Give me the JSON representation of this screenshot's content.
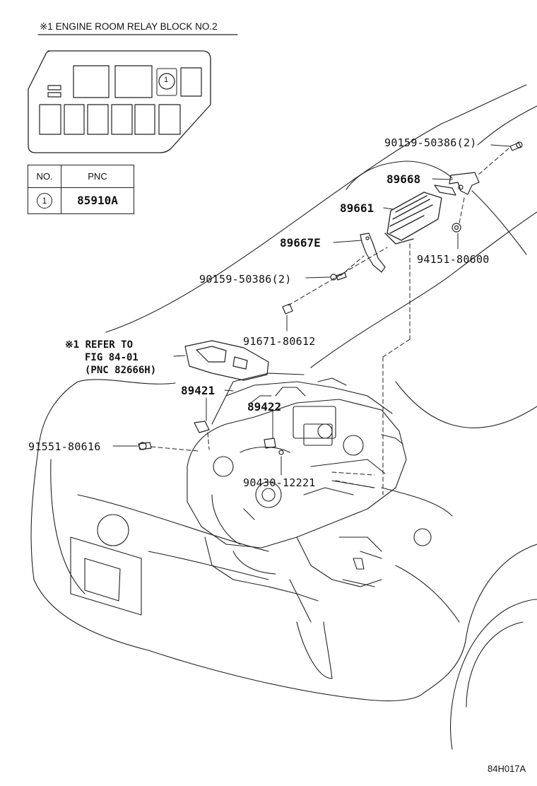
{
  "header": {
    "title": "※1 ENGINE ROOM RELAY BLOCK NO.2"
  },
  "pnc_table": {
    "col_no": "NO.",
    "col_pnc": "PNC",
    "row": {
      "no": "1",
      "pnc": "85910A"
    }
  },
  "relay_block": {
    "callout": "1"
  },
  "labels": {
    "p90159_top": "90159-50386(2)",
    "p89668": "89668",
    "p89661": "89661",
    "p89667e": "89667E",
    "p94151": "94151-80600",
    "p90159_mid": "90159-50386(2)",
    "p91671": "91671-80612",
    "refer_1": "※1 REFER TO",
    "refer_2": "FIG 84-01",
    "refer_3": "(PNC 82666H)",
    "p89421": "89421",
    "p89422": "89422",
    "p91551": "91551-80616",
    "p90430": "90430-12221"
  },
  "footer": {
    "code": "84H017A"
  }
}
